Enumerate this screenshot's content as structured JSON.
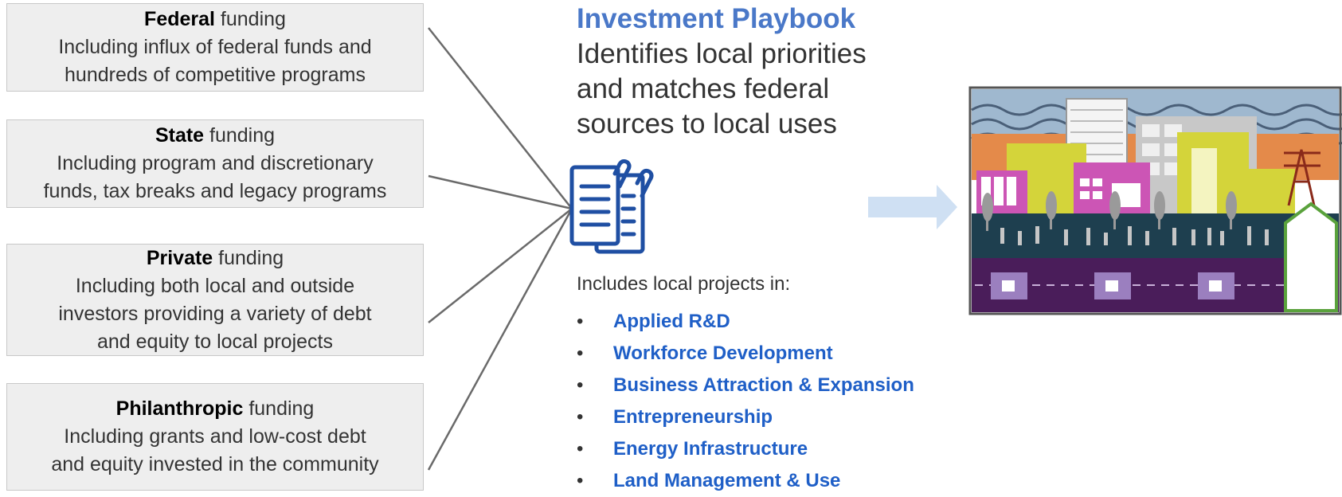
{
  "funding_sources": [
    {
      "name": "Federal",
      "suffix": " funding",
      "desc_line1": "Including influx of federal funds and",
      "desc_line2": "hundreds of competitive programs",
      "desc_line3": ""
    },
    {
      "name": "State",
      "suffix": " funding",
      "desc_line1": "Including program and discretionary",
      "desc_line2": "funds, tax breaks and legacy programs",
      "desc_line3": ""
    },
    {
      "name": "Private",
      "suffix": " funding",
      "desc_line1": "Including both local and outside",
      "desc_line2": "investors providing a variety of debt",
      "desc_line3": "and equity to local projects"
    },
    {
      "name": "Philanthropic",
      "suffix": " funding",
      "desc_line1": "Including grants and low-cost debt",
      "desc_line2": "and equity invested in the community",
      "desc_line3": ""
    }
  ],
  "playbook": {
    "title": "Investment Playbook",
    "desc_line1": "Identifies local priorities",
    "desc_line2": "and matches federal",
    "desc_line3": "sources to local uses",
    "icon": "document-stack-icon",
    "includes_label": "Includes local projects in:",
    "bullet": "•",
    "projects": [
      "Applied R&D",
      "Workforce Development",
      "Business Attraction & Expansion",
      "Entrepreneurship",
      "Energy Infrastructure",
      "Land Management & Use"
    ]
  },
  "colors": {
    "title_blue": "#4a78c8",
    "project_blue": "#1f5fc7",
    "box_fill": "#eeeeee",
    "arrow_fill": "#cfe0f3"
  },
  "illustration": "city-street-illustration"
}
